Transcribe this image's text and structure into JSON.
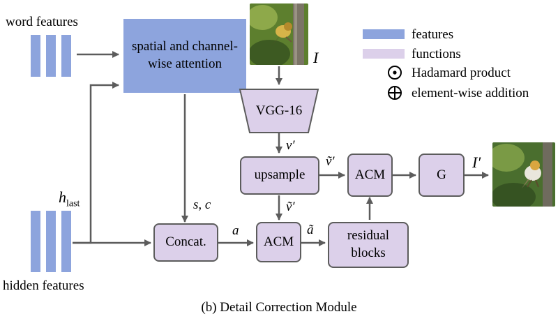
{
  "caption": "(b) Detail Correction Module",
  "inputs": {
    "word_features": "word features",
    "hidden_features": "hidden features",
    "h_last_base": "h",
    "h_last_sub": "last"
  },
  "blocks": {
    "attention": "spatial and channel-wise attention",
    "vgg": "VGG-16",
    "upsample": "upsample",
    "concat": "Concat.",
    "acm_bottom": "ACM",
    "acm_right": "ACM",
    "residual": "residual blocks",
    "generator": "G"
  },
  "edge_labels": {
    "image_in": "I",
    "v_prime": "v′",
    "v_tilde_right": "ṽ′",
    "v_tilde_down": "ṽ′",
    "s_c": "s, c",
    "a": "a",
    "a_tilde": "ã",
    "image_out": "I′"
  },
  "legend": {
    "features": "features",
    "functions": "functions",
    "hadamard": "Hadamard product",
    "addition": "element-wise addition",
    "features_color": "#8da4dd",
    "functions_color": "#dcd0ea"
  }
}
